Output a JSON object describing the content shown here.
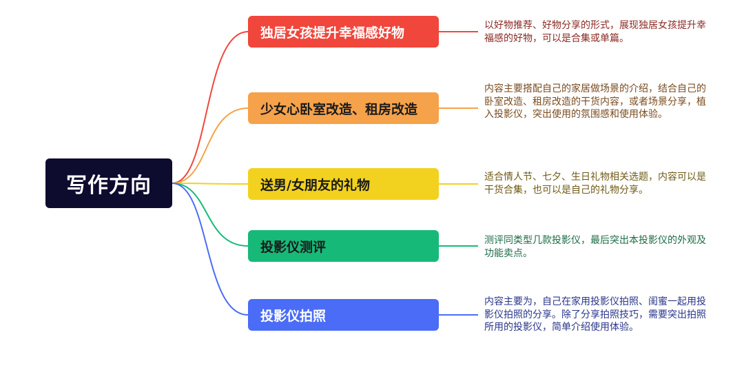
{
  "root": {
    "title": "写作方向",
    "color": "#0d0b2e"
  },
  "branches": [
    {
      "label": "独居女孩提升幸福感好物",
      "color": "#f0463c",
      "text_color": "#ffffff",
      "desc": "以好物推荐、好物分享的形式，展现独居女孩提升幸福感的好物，可以是合集或单篇。",
      "desc_color": "#8b2a24"
    },
    {
      "label": "少女心卧室改造、租房改造",
      "color": "#f6a24a",
      "text_color": "#1a1a1a",
      "desc": "内容主要搭配自己的家居做场景的介绍，结合自己的卧室改造、租房改造的干货内容，或者场景分享，植入投影仪，突出使用的氛围感和使用体验。",
      "desc_color": "#7a4a1e"
    },
    {
      "label": "送男/女朋友的礼物",
      "color": "#f2d21f",
      "text_color": "#1a1a1a",
      "desc": "适合情人节、七夕、生日礼物相关选题，内容可以是干货合集，也可以是自己的礼物分享。",
      "desc_color": "#6e5a14"
    },
    {
      "label": "投影仪测评",
      "color": "#17b978",
      "text_color": "#1a1a1a",
      "desc": "测评同类型几款投影仪，最后突出本投影仪的外观及功能卖点。",
      "desc_color": "#1d6b46"
    },
    {
      "label": "投影仪拍照",
      "color": "#4a6cf7",
      "text_color": "#ffffff",
      "desc": "内容主要为，自己在家用投影仪拍照、闺蜜一起用投影仪拍照的分享。除了分享拍照技巧，需要突出拍照所用的投影仪，简单介绍使用体验。",
      "desc_color": "#28358a"
    }
  ]
}
